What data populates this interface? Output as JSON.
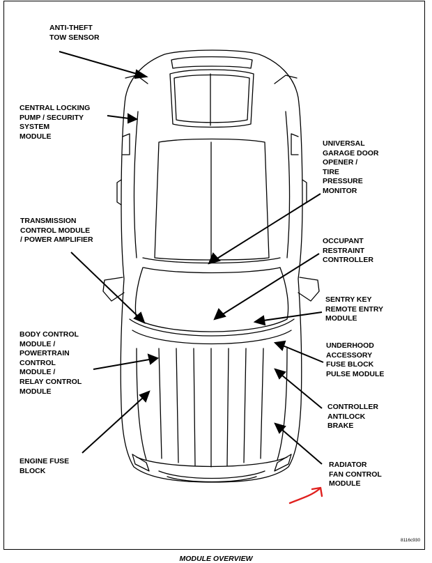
{
  "labels": {
    "anti_theft": "ANTI-THEFT\nTOW SENSOR",
    "central_locking": "CENTRAL LOCKING\nPUMP / SECURITY\nSYSTEM\nMODULE",
    "universal_garage": "UNIVERSAL\nGARAGE DOOR\nOPENER /\nTIRE\nPRESSURE\nMONITOR",
    "transmission": "TRANSMISSION\nCONTROL MODULE\n/ POWER AMPLIFIER",
    "occupant": "OCCUPANT\nRESTRAINT\nCONTROLLER",
    "sentry_key": "SENTRY KEY\nREMOTE ENTRY\nMODULE",
    "body_control": "BODY CONTROL\nMODULE /\nPOWERTRAIN\nCONTROL\nMODULE /\nRELAY CONTROL\nMODULE",
    "underhood": "UNDERHOOD\nACCESSORY\nFUSE BLOCK\nPULSE MODULE",
    "controller_antilock": "CONTROLLER\nANTILOCK\nBRAKE",
    "engine_fuse": "ENGINE FUSE\nBLOCK",
    "radiator_fan": "RADIATOR\nFAN CONTROL\nMODULE"
  },
  "figure_code": "8116c930",
  "caption": "MODULE OVERVIEW",
  "colors": {
    "line": "#000000",
    "annotation": "#e0201e"
  }
}
